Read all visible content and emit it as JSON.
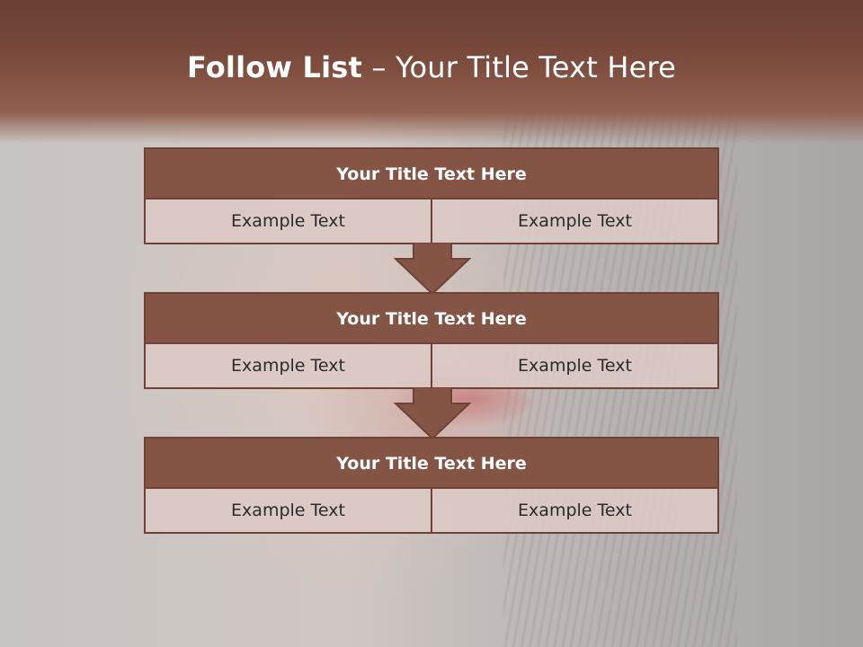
{
  "slide": {
    "title_bold": "Follow List",
    "title_rest": " – Your Title Text Here"
  },
  "blocks": [
    {
      "title": "Your Title Text Here",
      "left": "Example Text",
      "right": "Example Text"
    },
    {
      "title": "Your Title Text Here",
      "left": "Example Text",
      "right": "Example Text"
    },
    {
      "title": "Your Title Text Here",
      "left": "Example Text",
      "right": "Example Text"
    }
  ],
  "colors": {
    "header": "#7a4a3c",
    "box_title": "#845445",
    "box_border": "#6e4234",
    "cell": "#ddcac6"
  },
  "icons": [
    "arrow-down-icon",
    "arrow-down-icon"
  ]
}
